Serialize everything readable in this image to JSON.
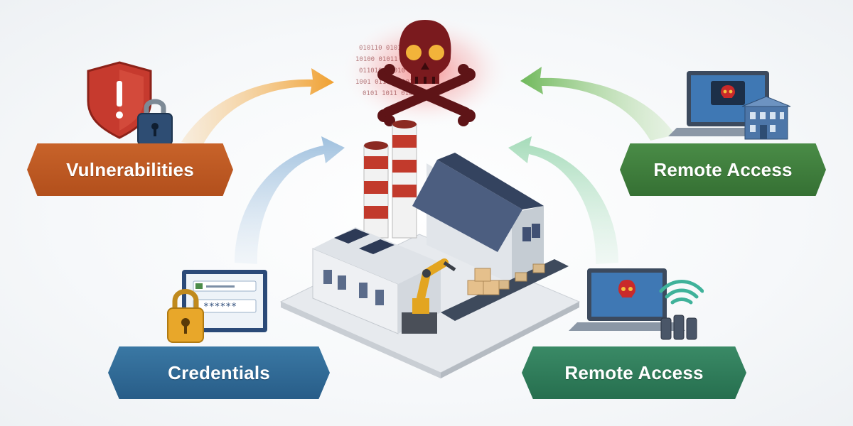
{
  "labels": {
    "vulnerabilities": "Vulnerabilities",
    "credentials": "Credentials",
    "remote_access_top": "Remote Access",
    "remote_access_bottom": "Remote Access"
  },
  "password_mask": "******",
  "colors": {
    "vulnerabilities": "#b8551f",
    "credentials": "#2f6690",
    "remote_access_top": "#3d7a3d",
    "remote_access_bottom": "#2e7a5a",
    "threat_red": "#c0262e",
    "arrow_orange": "#f0a030",
    "arrow_blue": "#8fb4d8",
    "arrow_green": "#7cc06a",
    "arrow_teal": "#8fcfa8"
  },
  "icons": {
    "threat": "skull-crossbones-icon",
    "vulnerabilities": "shield-warning-icon",
    "credentials": "login-screen-icon",
    "remote_top": "laptop-threat-icon",
    "remote_bottom": "laptop-wireless-threat-icon",
    "center": "factory-icon"
  }
}
